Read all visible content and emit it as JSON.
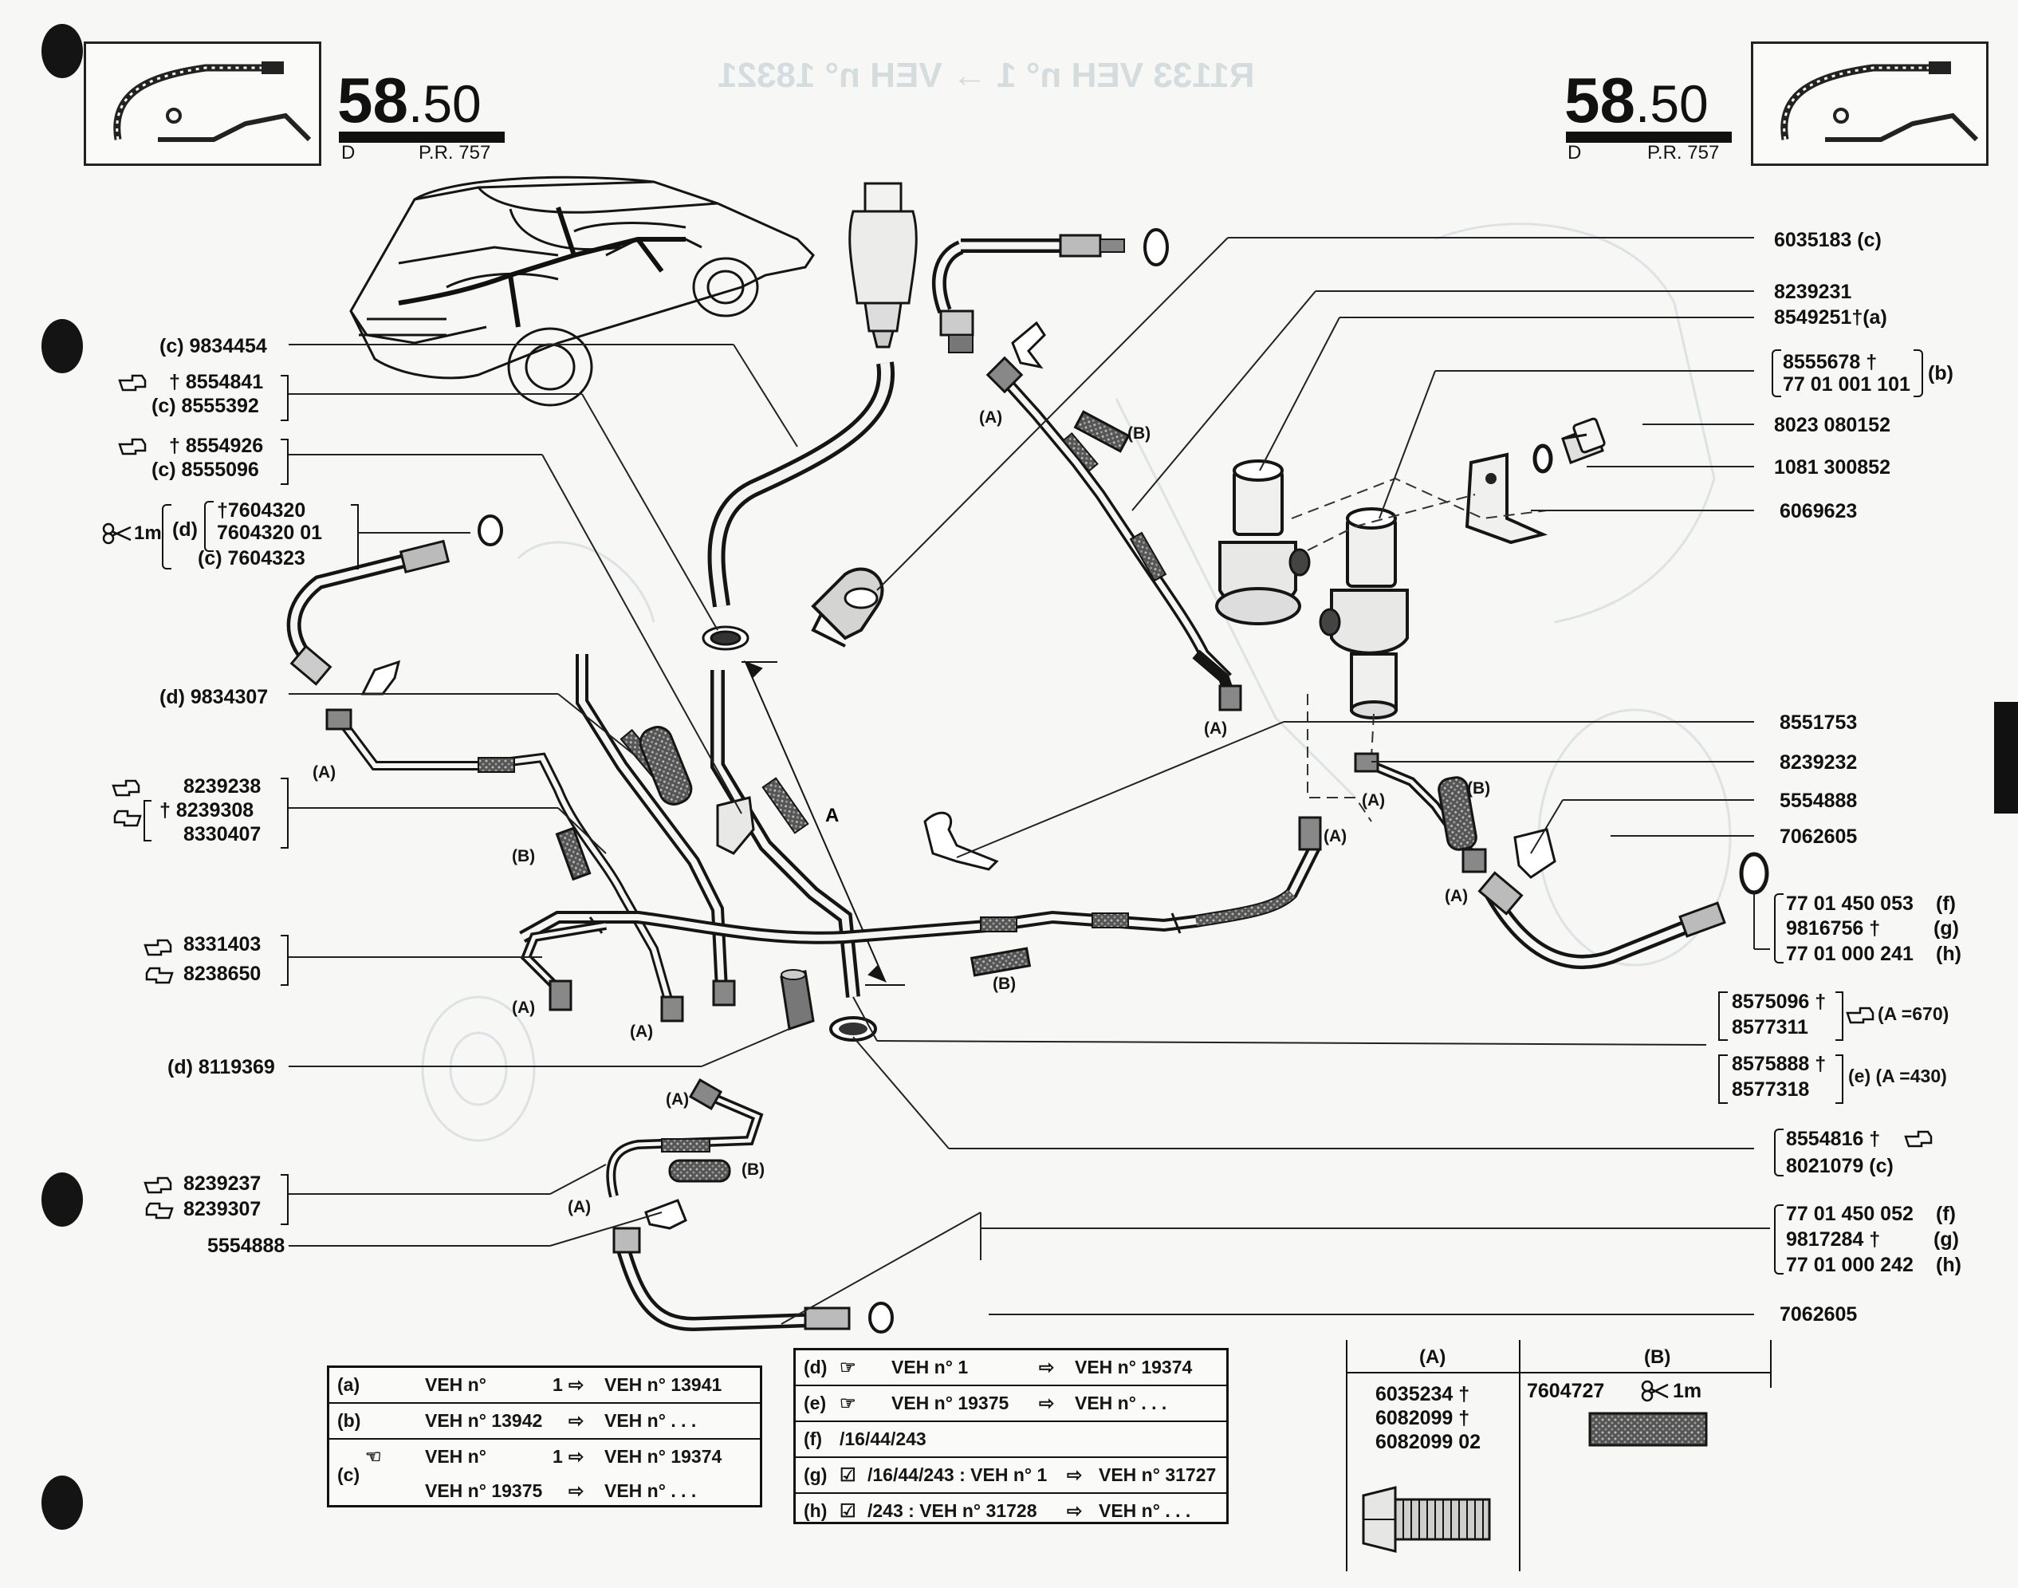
{
  "section": {
    "left": {
      "major": "58",
      "minor": ".50",
      "letter": "D",
      "ref": "P.R. 757"
    },
    "right": {
      "major": "58",
      "minor": ".50",
      "letter": "D",
      "ref": "P.R. 757"
    }
  },
  "ghost_header": "R1133 VEH n° 1 → VEH n° 18321",
  "left_labels": {
    "l1": "(c) 9834454",
    "l2a": "† 8554841",
    "l2b": "(c) 8555392",
    "l3a": "† 8554926",
    "l3b": "(c) 8555096",
    "l4_prefix": "1m",
    "l4_d": "(d)",
    "l4a": "†7604320",
    "l4b": "7604320 01",
    "l4c": "(c) 7604323",
    "l5": "(d) 9834307",
    "l6a": "8239238",
    "l6b": "† 8239308",
    "l6c": "8330407",
    "l7a": "8331403",
    "l7b": "8238650",
    "l8": "(d) 8119369",
    "l9a": "8239237",
    "l9b": "8239307",
    "l10": "5554888"
  },
  "right_labels": {
    "r1": "6035183 (c)",
    "r2": "8239231",
    "r3": "8549251†(a)",
    "r4a": "8555678 †",
    "r4b": "77 01 001 101",
    "r4_code": "(b)",
    "r5": "8023 080152",
    "r6": "1081 300852",
    "r7": "6069623",
    "r8": "8551753",
    "r9": "8239232",
    "r10": "5554888",
    "r11": "7062605",
    "r12a": "77 01 450 053",
    "r12a_code": "(f)",
    "r12b": "9816756 †",
    "r12b_code": "(g)",
    "r12c": "77 01 000 241",
    "r12c_code": "(h)",
    "r13a": "8575096 †",
    "r13b": "8577311",
    "r13_note": "(A =670)",
    "r14a": "8575888 †",
    "r14b": "8577318",
    "r14_note": "(e) (A =430)",
    "r15a": "8554816 †",
    "r15b": "8021079 (c)",
    "r16a": "77 01 450 052",
    "r16a_code": "(f)",
    "r16b": "9817284 †",
    "r16b_code": "(g)",
    "r16c": "77 01 000 242",
    "r16c_code": "(h)",
    "r17": "7062605"
  },
  "diagram_tags": {
    "A": "(A)",
    "B": "(B)",
    "dim": "A"
  },
  "table_left": {
    "rows": [
      {
        "code": "(a)",
        "from": "VEH n°",
        "from_n": "1",
        "to": "VEH n° 13941"
      },
      {
        "code": "(b)",
        "from": "VEH n° 13942",
        "from_n": "",
        "to": "VEH n°  . . ."
      },
      {
        "code": "(c)",
        "from": "VEH n°",
        "from_n": "1",
        "to": "VEH n° 19374"
      },
      {
        "code": "",
        "from": "VEH n° 19375",
        "from_n": "",
        "to": "VEH n°  . . ."
      }
    ]
  },
  "table_mid": {
    "rows": [
      {
        "code": "(d)",
        "text": "VEH n°        1",
        "to": "VEH n° 19374"
      },
      {
        "code": "(e)",
        "text": "VEH n° 19375",
        "to": "VEH n°      . . ."
      },
      {
        "code": "(f)",
        "text": "/16/44/243",
        "to": ""
      },
      {
        "code": "(g)",
        "text": "/16/44/243 : VEH n°  1",
        "to": "VEH n° 31727"
      },
      {
        "code": "(h)",
        "text": "/243 : VEH n°  31728",
        "to": "VEH n° . . ."
      }
    ]
  },
  "table_A": {
    "header": "(A)",
    "items": [
      "6035234 †",
      "6082099 †",
      "6082099 02"
    ]
  },
  "table_B": {
    "header": "(B)",
    "item": "7604727",
    "qty": "1m"
  },
  "colors": {
    "ink": "#151515",
    "paper": "#f7f7f5",
    "ghost": "#b9c6cc",
    "shade": "#6d6d6d"
  },
  "icons": [
    "hand-pointer-left-icon",
    "hand-pointer-right-icon",
    "scissors-icon",
    "arrow-right-icon",
    "check-mark-icon"
  ]
}
